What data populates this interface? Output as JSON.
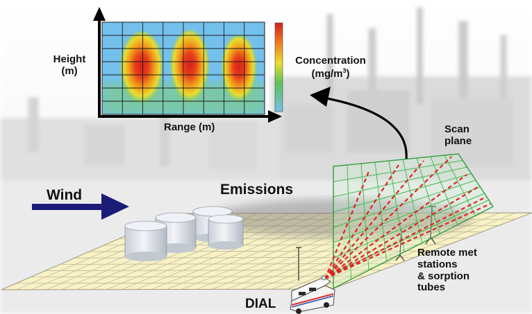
{
  "colors": {
    "grid_line": "#46b850",
    "ground": "#f8f2c4",
    "beam": "#e02424",
    "wind_arrow": "#1c1c78",
    "colorbar_top": "#d42020",
    "colorbar_bottom": "#74c0ec"
  },
  "icons": [
    "wind-arrow",
    "scan-arrow",
    "dial-vehicle",
    "storage-tank",
    "met-station"
  ],
  "heatmap": {
    "y_label_line1": "Height",
    "y_label_line2": "(m)",
    "x_label": "Range (m)",
    "colorbar_label_line1": "Concentration",
    "colorbar_label_line2_prefix": "(mg/m",
    "colorbar_label_superscript": "3",
    "colorbar_label_line2_suffix": ")"
  },
  "labels": {
    "wind": "Wind",
    "emissions": "Emissions",
    "scan_line1": "Scan",
    "scan_line2": "plane",
    "met_line1": "Remote met",
    "met_line2": "stations",
    "met_line3": "& sorption",
    "met_line4": "tubes",
    "dial": "DIAL"
  }
}
